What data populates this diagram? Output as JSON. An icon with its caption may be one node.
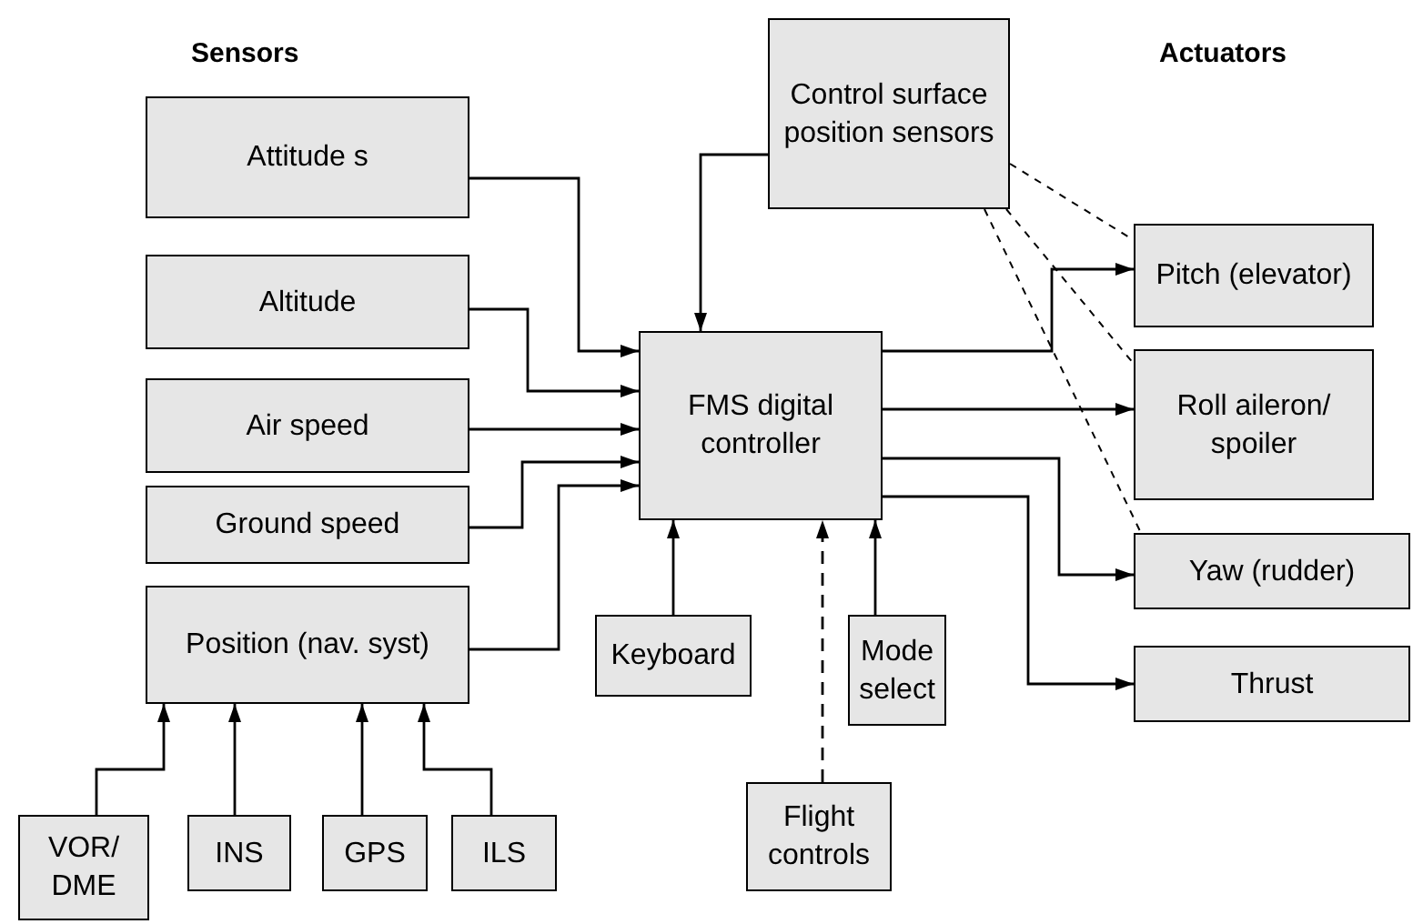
{
  "diagram": {
    "nodes": [
      {
        "text": [
          "Attitude s"
        ]
      },
      {
        "text": [
          "Altitude"
        ]
      },
      {
        "text": [
          "Air speed"
        ]
      },
      {
        "text": [
          "Ground speed"
        ]
      },
      {
        "text": [
          "Position (nav. syst)"
        ]
      },
      {
        "text": [
          "VOR/ DME"
        ]
      },
      {
        "text": [
          "INS"
        ]
      },
      {
        "text": [
          "GPS"
        ]
      },
      {
        "text": [
          "ILS"
        ]
      },
      {
        "text": [
          "FMS digital controller"
        ]
      },
      {
        "text": [
          "Keyboard"
        ]
      },
      {
        "text": [
          "Mode select"
        ]
      },
      {
        "text": [
          "Flight controls"
        ]
      },
      {
        "text": [
          "Control surface position sensors"
        ]
      },
      {
        "text": [
          "Pitch (elevator)"
        ]
      },
      {
        "text": [
          "Roll aileron/ spoiler"
        ]
      },
      {
        "text": [
          "Yaw (rudder)"
        ]
      },
      {
        "text": [
          "Thrust"
        ]
      }
    ],
    "edges": [
      {
        "from": 0,
        "to": 9,
        "arrow": "to"
      },
      {
        "from": 1,
        "to": 9,
        "arrow": "to"
      },
      {
        "from": 2,
        "to": 9,
        "arrow": "to"
      },
      {
        "from": 3,
        "to": 9,
        "arrow": "to"
      },
      {
        "from": 4,
        "to": 9,
        "arrow": "to"
      },
      {
        "from": 5,
        "to": 4,
        "arrow": "to"
      },
      {
        "from": 6,
        "to": 4,
        "arrow": "to"
      },
      {
        "from": 7,
        "to": 4,
        "arrow": "to"
      },
      {
        "from": 8,
        "to": 4,
        "arrow": "to"
      },
      {
        "from": 10,
        "to": 9,
        "arrow": "to"
      },
      {
        "from": 11,
        "to": 9,
        "arrow": "to"
      },
      {
        "from": 12,
        "to": 9,
        "arrow": "to",
        "style": "dashed"
      },
      {
        "from": 13,
        "to": 9,
        "arrow": "to"
      },
      {
        "from": 9,
        "to": 14,
        "arrow": "to"
      },
      {
        "from": 9,
        "to": 15,
        "arrow": "to"
      },
      {
        "from": 9,
        "to": 16,
        "arrow": "to"
      },
      {
        "from": 9,
        "to": 17,
        "arrow": "to"
      },
      {
        "from": 13,
        "to": 14,
        "arrow": "none",
        "style": "dashed"
      },
      {
        "from": 13,
        "to": 15,
        "arrow": "none",
        "style": "dashed"
      },
      {
        "from": 13,
        "to": 16,
        "arrow": "none",
        "style": "dashed"
      }
    ],
    "labels": [
      "Sensors",
      "Actuators"
    ]
  }
}
